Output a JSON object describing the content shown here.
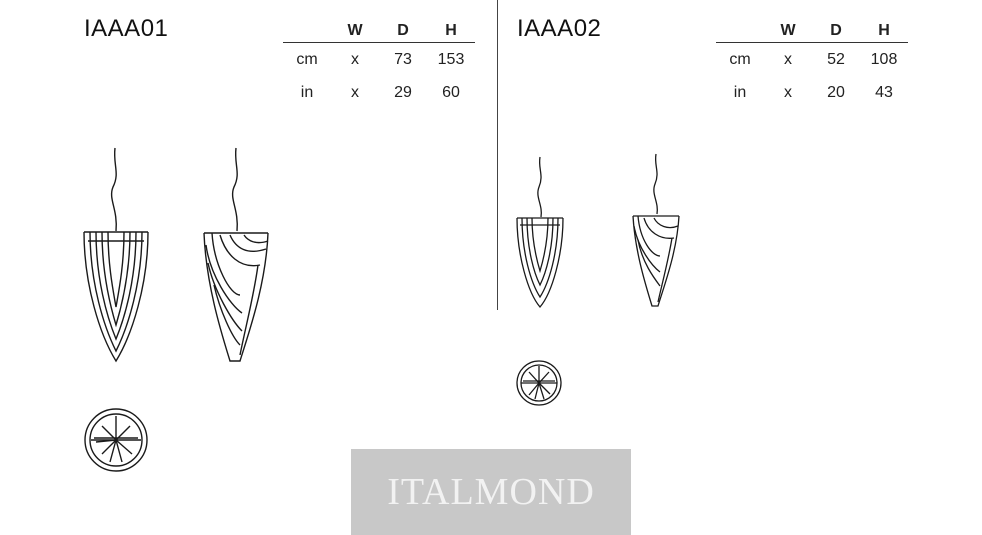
{
  "models": [
    {
      "code": "IAAA01",
      "headers": [
        "",
        "W",
        "D",
        "H"
      ],
      "rows": [
        [
          "cm",
          "x",
          "73",
          "153"
        ],
        [
          "in",
          "x",
          "29",
          "60"
        ]
      ]
    },
    {
      "code": "IAAA02",
      "headers": [
        "",
        "W",
        "D",
        "H"
      ],
      "rows": [
        [
          "cm",
          "x",
          "52",
          "108"
        ],
        [
          "in",
          "x",
          "20",
          "43"
        ]
      ]
    }
  ],
  "watermark": "ITALMOND",
  "colors": {
    "line": "#1a1a1a",
    "watermark_bg": "#c8c8c8",
    "watermark_text": "#f2f2f2"
  }
}
